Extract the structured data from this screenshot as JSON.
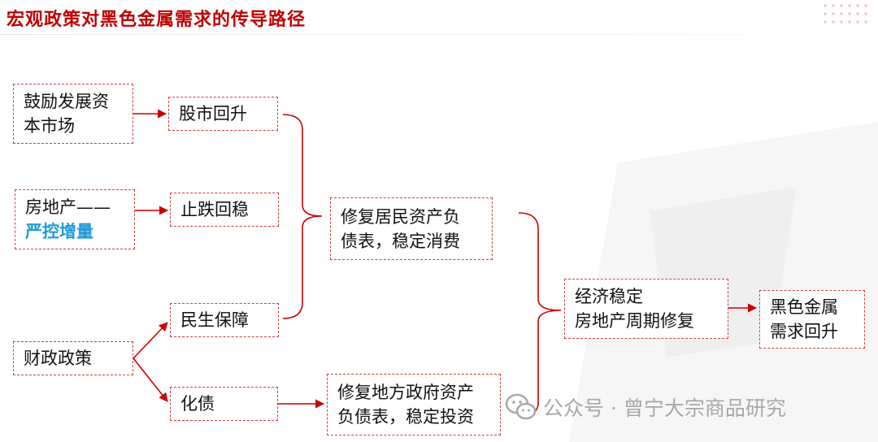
{
  "title": "宏观政策对黑色金属需求的传导路径",
  "nodes": {
    "capital_market": [
      "鼓励发展资",
      "本市场"
    ],
    "real_estate_line1": "房地产——",
    "real_estate_line2": "严控增量",
    "fiscal_policy": "财政政策",
    "stock_market": "股市回升",
    "stop_fall": "止跌回稳",
    "livelihood": "民生保障",
    "debt_resolution": "化债",
    "household_repair": [
      "修复居民资产负",
      "债表，稳定消费"
    ],
    "local_gov_repair": [
      "修复地方政府资产",
      "负债表，稳定投资"
    ],
    "economy_stable": [
      "经济稳定",
      "房地产周期修复"
    ],
    "ferrous_demand": [
      "黑色金属",
      "需求回升"
    ]
  },
  "watermark": "公众号 · 曾宁大宗商品研究",
  "colors": {
    "title": "#c00000",
    "arrow": "#cc0000",
    "highlight": "#1e9bd7",
    "border": "#d04040"
  }
}
